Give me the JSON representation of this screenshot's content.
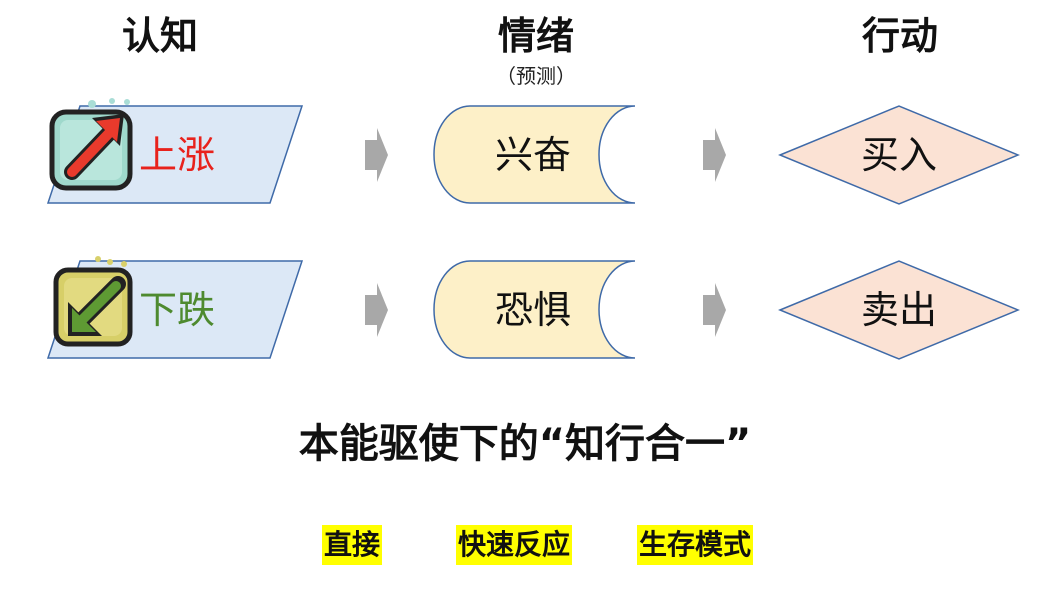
{
  "headings": {
    "cognition": "认知",
    "emotion": "情绪",
    "emotion_sub": "（预测）",
    "action": "行动"
  },
  "rows": [
    {
      "cognition": "上涨",
      "emotion": "兴奋",
      "action": "买入",
      "cognition_icon": "arrow-up-right-icon"
    },
    {
      "cognition": "下跌",
      "emotion": "恐惧",
      "action": "卖出",
      "cognition_icon": "arrow-down-left-icon"
    }
  ],
  "main_title": "本能驱使下的“知行合一”",
  "tags": [
    "直接",
    "快速反应",
    "生存模式"
  ],
  "colors": {
    "parallelogram_fill": "#dce8f6",
    "node_stroke": "#3f6aa8",
    "scroll_fill": "#fdf0c8",
    "diamond_fill": "#fbe2d4",
    "arrow_fill": "#a8a8a8",
    "up_text": "#e8221c",
    "down_text": "#4e8a2f",
    "tag_highlight": "#ffff00"
  }
}
